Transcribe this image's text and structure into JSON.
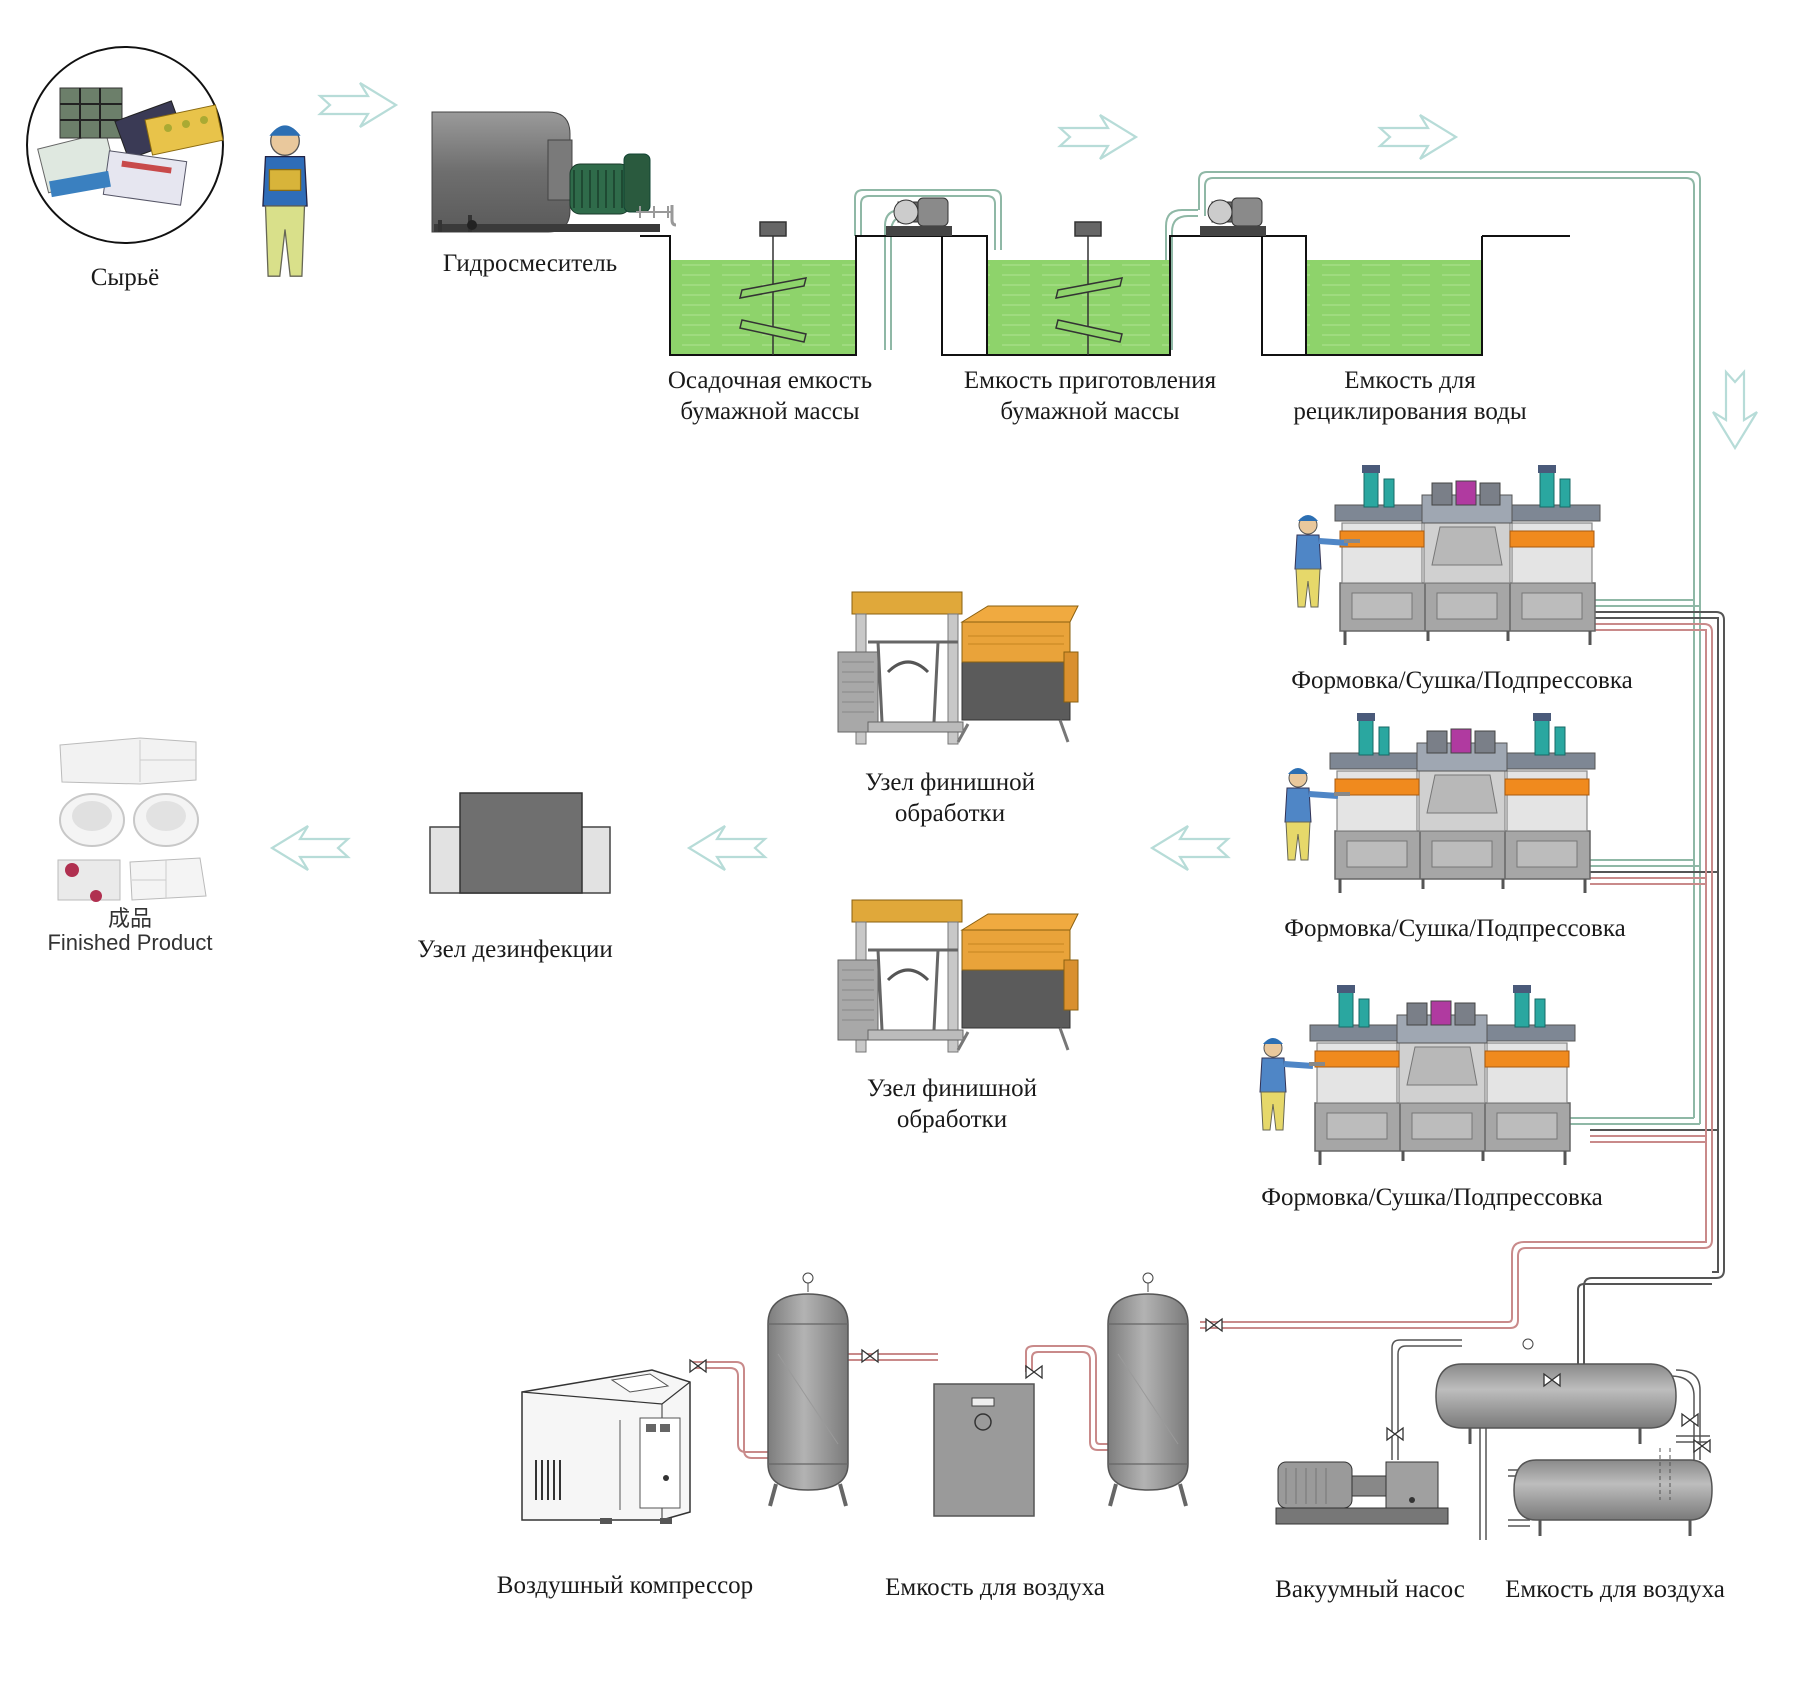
{
  "labels": {
    "raw": "Сырьё",
    "mixer": "Гидросмеситель",
    "settle_tank": [
      "Осадочная емкость",
      "бумажной массы"
    ],
    "prep_tank": [
      "Емкость приготовления",
      "бумажной массы"
    ],
    "recycle_tank": [
      "Емкость для",
      "рециклирования воды"
    ],
    "forming": "Формовка/Сушка/Подпрессовка",
    "finishing": [
      "Узел финишной",
      "обработки"
    ],
    "disinfection": "Узел дезинфекции",
    "finished_cn": "成品",
    "finished_en": "Finished Product",
    "compressor": "Воздушный компрессор",
    "air_tank": "Емкость для воздуха",
    "vacuum_pump": "Вакуумный насос"
  },
  "colors": {
    "water_pipe": "#8fb8a6",
    "air_pipe": "#c98a8a",
    "vacuum_pipe": "#555555",
    "pulp": "#8ed36b",
    "machine_gray": "#8c8c8c",
    "mold_orange": "#f08a1e",
    "cylinder_teal": "#2aa7a0",
    "arrow": "#b7dcd8"
  },
  "icons": [
    "raw-materials-icon",
    "worker-icon",
    "hydro-mixer-icon",
    "pump-icon",
    "agitator-icon",
    "forming-machine-icon",
    "finishing-machine-icon",
    "disinfection-unit-icon",
    "finished-product-icon",
    "air-compressor-icon",
    "air-tank-icon",
    "filter-dryer-icon",
    "vacuum-pump-icon",
    "vacuum-tank-icon",
    "flow-arrow-icon"
  ]
}
